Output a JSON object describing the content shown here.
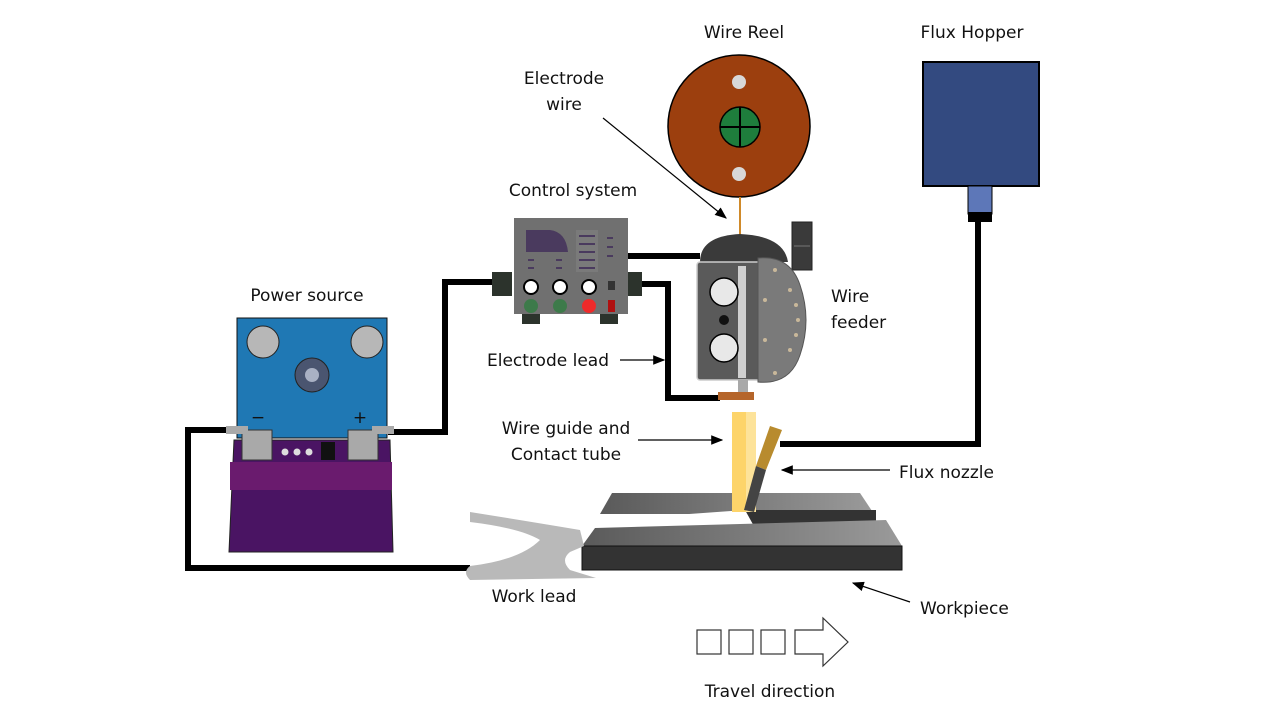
{
  "title": "Submerged Arc Welding setup",
  "labels": {
    "wire_reel": "Wire Reel",
    "flux_hopper": "Flux Hopper",
    "electrode_wire_line1": "Electrode",
    "electrode_wire_line2": "wire",
    "control_system": "Control system",
    "power_source": "Power source",
    "wire_feeder_line1": "Wire",
    "wire_feeder_line2": "feeder",
    "electrode_lead": "Electrode lead",
    "wire_guide_line1": "Wire guide and",
    "wire_guide_line2": "Contact tube",
    "flux_nozzle": "Flux nozzle",
    "work_lead": "Work lead",
    "workpiece": "Workpiece",
    "travel_direction": "Travel direction",
    "battery_minus": "−",
    "battery_plus": "+"
  },
  "colors": {
    "reel": "#9c3f0e",
    "reel_hub": "#1e7d3c",
    "hopper": "#334a80",
    "hopper_spout": "#5d77b8",
    "power_panel": "#1f78b4",
    "battery_top": "#6a1b6e",
    "battery_body": "#4a1463",
    "control_box": "#707070",
    "contact_tube": "#fdd46a",
    "flux_nozzle_tip": "#b88b2e",
    "workpiece": "#3a3a3a",
    "cable": "#000000"
  }
}
